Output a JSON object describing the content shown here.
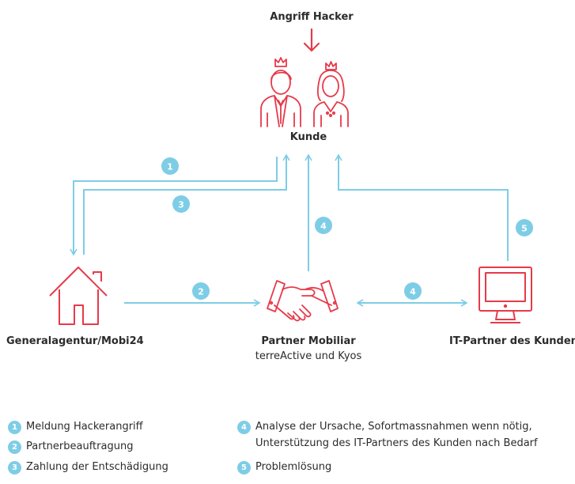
{
  "top_label": "Angriff Hacker",
  "customer_label": "Kunde",
  "agency_label": "Generalagentur/Mobi24",
  "partner_title": "Partner Mobiliar",
  "partner_subtitle": "terreActive und Kyos",
  "itpartner_label": "IT-Partner des Kunden",
  "badges": {
    "b1": "1",
    "b2": "2",
    "b3": "3",
    "b4a": "4",
    "b4b": "4",
    "b5": "5"
  },
  "legend": [
    {
      "num": "1",
      "text": "Meldung Hackerangriff"
    },
    {
      "num": "2",
      "text": "Partnerbeauftragung"
    },
    {
      "num": "3",
      "text": "Zahlung der Entschädigung"
    },
    {
      "num": "4",
      "line1": "Analyse der Ursache, Sofortmassnahmen wenn nötig,",
      "line2": "Unterstützung des IT-Partners des Kunden nach Bedarf"
    },
    {
      "num": "5",
      "text": "Problemlösung"
    }
  ],
  "colors": {
    "red": "#e63a4a",
    "blue": "#7ecde6",
    "text": "#2b2b2b"
  },
  "icons": [
    "arrow-down-icon",
    "customer-couple-icon",
    "house-icon",
    "handshake-icon",
    "computer-monitor-icon"
  ]
}
